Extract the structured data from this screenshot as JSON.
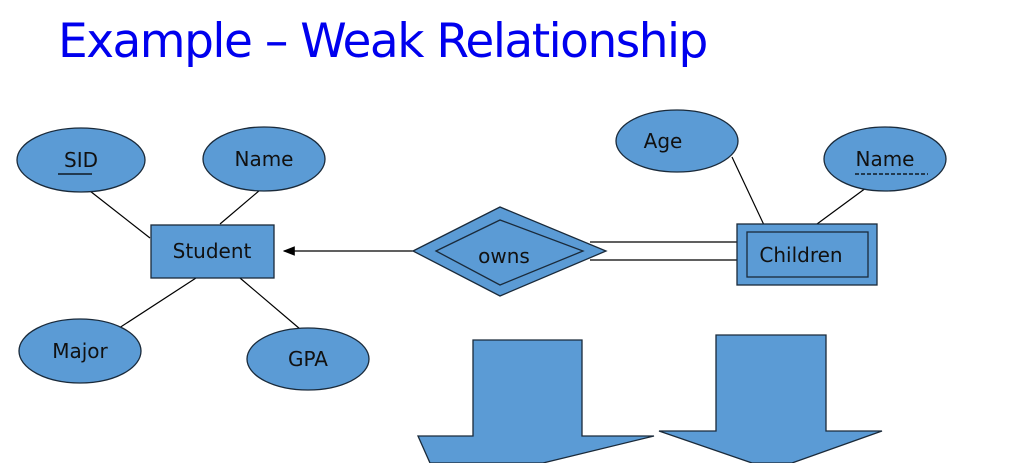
{
  "title": "Example – Weak Relationship",
  "diagram": {
    "entities": {
      "student": "Student",
      "children": "Children"
    },
    "attributes": {
      "sid": "SID",
      "student_name": "Name",
      "major": "Major",
      "gpa": "GPA",
      "age": "Age",
      "children_name": "Name"
    },
    "relationship": "owns"
  },
  "colors": {
    "shape_fill": "#5b9bd5",
    "title": "#0000ee"
  }
}
